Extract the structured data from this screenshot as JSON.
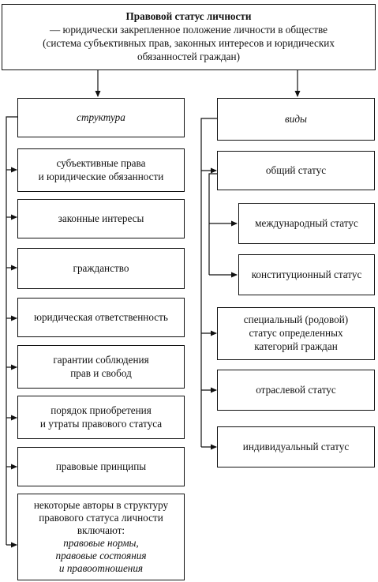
{
  "root": {
    "title": "Правовой статус личности",
    "definition_lines": [
      "— юридически закрепленное положение личности в обществе",
      "(система субъективных прав, законных интересов и юридических",
      "обязанностей граждан)"
    ]
  },
  "left": {
    "header": "структура",
    "items": [
      [
        "субъективные права",
        "и юридические обязанности"
      ],
      [
        "законные интересы"
      ],
      [
        "гражданство"
      ],
      [
        "юридическая ответственность"
      ],
      [
        "гарантии соблюдения",
        "прав и свобод"
      ],
      [
        "порядок приобретения",
        "и утраты правового статуса"
      ],
      [
        "правовые принципы"
      ]
    ],
    "last_item": {
      "lines": [
        "некоторые авторы в структуру",
        "правового статуса личности",
        "включают:"
      ],
      "italic_lines": [
        "правовые нормы,",
        "правовые состояния",
        "и правоотношения"
      ]
    }
  },
  "right": {
    "header": "виды",
    "general": "общий статус",
    "general_sub": [
      "международный статус",
      "конституционный статус"
    ],
    "items": [
      [
        "специальный (родовой)",
        "статус определенных",
        "категорий граждан"
      ],
      [
        "отраслевой статус"
      ],
      [
        "индивидуальный статус"
      ]
    ]
  }
}
